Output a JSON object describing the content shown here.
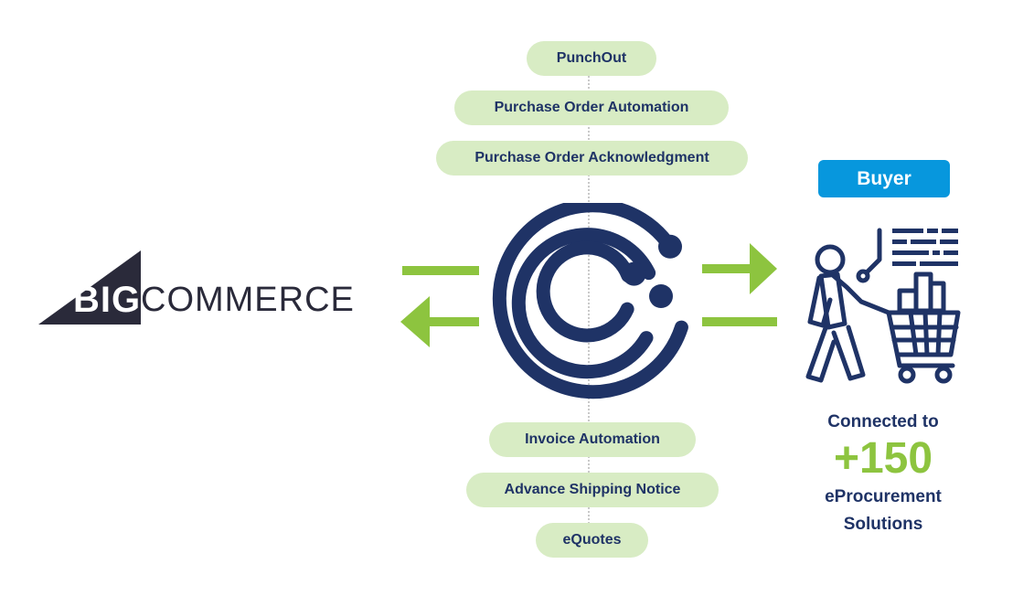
{
  "services": {
    "top": [
      "PunchOut",
      "Purchase Order Automation",
      "Purchase Order Acknowledgment"
    ],
    "bottom": [
      "Invoice Automation",
      "Advance Shipping Notice",
      "eQuotes"
    ]
  },
  "logo": {
    "big": "BIG",
    "commerce": "COMMERCE"
  },
  "buyer": {
    "badge": "Buyer",
    "connected_line1": "Connected to",
    "count": "+150",
    "connected_line2": "eProcurement",
    "connected_line3": "Solutions"
  },
  "colors": {
    "pill_bg": "#d8ecc4",
    "navy": "#1f3366",
    "green": "#8dc43f",
    "blue": "#0797dd",
    "logo_dark": "#2a2a3a"
  },
  "icons": {
    "hub": "circular-connector-icon",
    "buyer": "shopper-with-cart-icon"
  }
}
